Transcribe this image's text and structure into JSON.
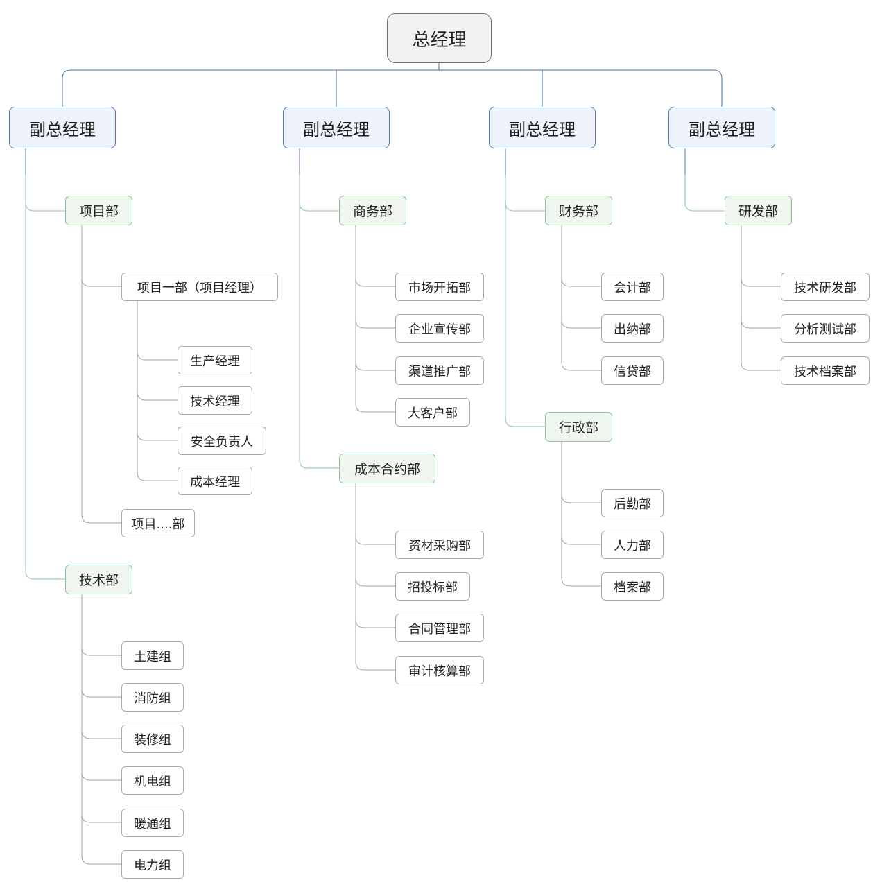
{
  "root": "总经理",
  "vps": [
    {
      "label": "副总经理",
      "depts": [
        {
          "label": "项目部",
          "children": [
            {
              "label": "项目一部（项目经理）",
              "children": [
                "生产经理",
                "技术经理",
                "安全负责人",
                "成本经理"
              ]
            },
            {
              "label": "项目....部"
            }
          ]
        },
        {
          "label": "技术部",
          "children": [
            "土建组",
            "消防组",
            "装修组",
            "机电组",
            "暖通组",
            "电力组"
          ]
        }
      ]
    },
    {
      "label": "副总经理",
      "depts": [
        {
          "label": "商务部",
          "children": [
            "市场开拓部",
            "企业宣传部",
            "渠道推广部",
            "大客户部"
          ]
        },
        {
          "label": "成本合约部",
          "children": [
            "资材采购部",
            "招投标部",
            "合同管理部",
            "审计核算部"
          ]
        }
      ]
    },
    {
      "label": "副总经理",
      "depts": [
        {
          "label": "财务部",
          "children": [
            "会计部",
            "出纳部",
            "信贷部"
          ]
        },
        {
          "label": "行政部",
          "children": [
            "后勤部",
            "人力部",
            "档案部"
          ]
        }
      ]
    },
    {
      "label": "副总经理",
      "depts": [
        {
          "label": "研发部",
          "children": [
            "技术研发部",
            "分析测试部",
            "技术档案部"
          ]
        }
      ]
    }
  ],
  "colors": {
    "root_line": "#3f6fa8",
    "vp_line": "#4a79b5",
    "dept_line": "#8fc39f",
    "leaf_line": "#a0a0a0"
  }
}
